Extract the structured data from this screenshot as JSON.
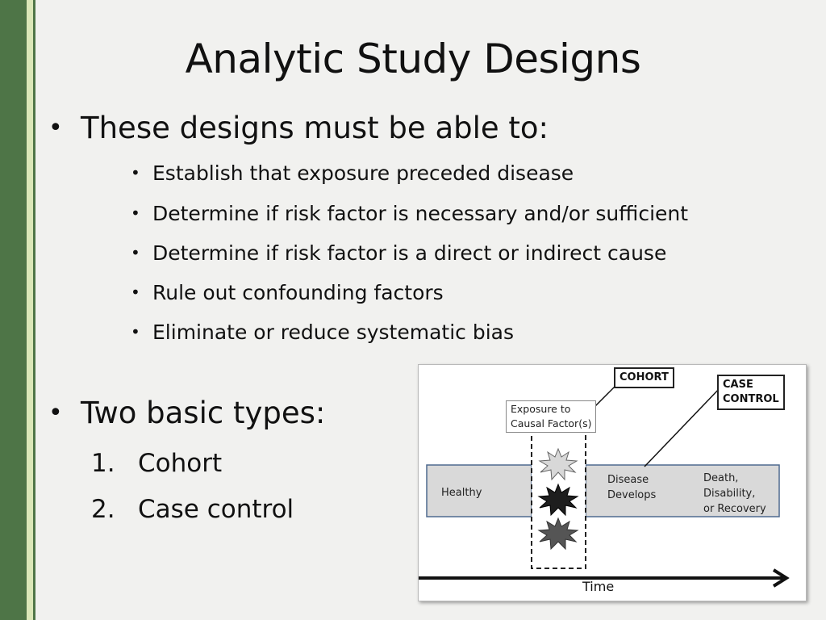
{
  "slide": {
    "title": "Analytic Study Designs",
    "bullets": [
      {
        "text": "These designs must be able to:",
        "sub": [
          "Establish that exposure preceded disease",
          "Determine if risk factor is necessary and/or sufficient",
          "Determine if risk factor is a direct or indirect cause",
          "Rule out confounding factors",
          "Eliminate or reduce systematic bias"
        ]
      },
      {
        "text": "Two basic types:",
        "numbered": [
          {
            "n": "1.",
            "text": "Cohort"
          },
          {
            "n": "2.",
            "text": "Case control"
          }
        ]
      }
    ],
    "bullet_glyph": "•"
  },
  "figure": {
    "cohort_label": "COHORT",
    "case_control_label_line1": "CASE",
    "case_control_label_line2": "CONTROL",
    "exposure_line1": "Exposure to",
    "exposure_line2": "Causal Factor(s)",
    "healthy": "Healthy",
    "disease_line1": "Disease",
    "disease_line2": "Develops",
    "outcome_line1": "Death,",
    "outcome_line2": "Disability,",
    "outcome_line3": "or Recovery",
    "time_label": "Time",
    "colors": {
      "band_fill": "#d9d9d9",
      "band_stroke": "#4f6a8f",
      "burst_light": "#d8d8d8",
      "burst_dark": "#1e1e1e",
      "burst_mid": "#555555"
    }
  },
  "theme": {
    "sidebar_green": "#4e7547",
    "sidebar_stripe": "#dbe7b8",
    "background": "#f1f1ef"
  }
}
